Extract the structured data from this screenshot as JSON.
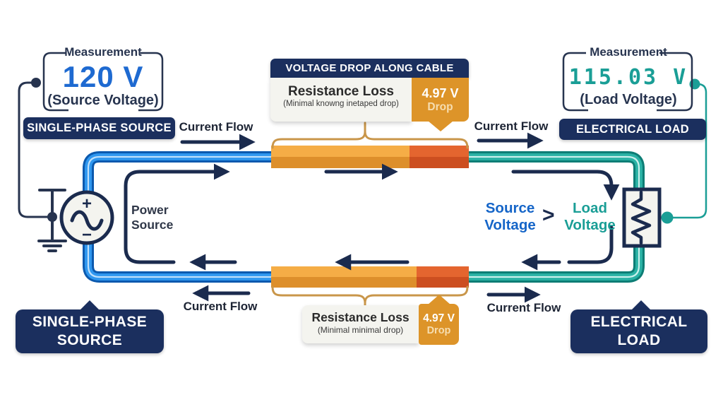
{
  "colors": {
    "navy": "#1b2f5e",
    "source_blue": "#1e6ad1",
    "blue_wire": "#2f97ef",
    "blue_wire_dark": "#0b59ae",
    "teal": "#1a9e96",
    "teal_wire": "#2ab2a5",
    "teal_wire_dark": "#0d7d75",
    "cable_orange": "#f5ad46",
    "cable_orange_dark": "#dd8f2b",
    "cable_red": "#e4652f",
    "tag_orange": "#dd9429",
    "box_bg": "#f4f4ef",
    "brace_tan": "#c9964a"
  },
  "source_panel": {
    "label": "Measurement",
    "value": "120 V",
    "caption": "(Source Voltage)",
    "badge": "SINGLE-PHASE SOURCE"
  },
  "load_panel": {
    "label": "Measurement",
    "value": "115.03 V",
    "caption": "(Load Voltage)",
    "badge": "ELECTRICAL LOAD"
  },
  "cable_header": {
    "title": "VOLTAGE DROP ALONG CABLE"
  },
  "top_loss_box": {
    "title": "Resistance Loss",
    "subtitle": "(Minimal knowng inetaped drop)",
    "drop_value": "4.97 V",
    "drop_label": "Drop"
  },
  "bottom_loss_box": {
    "title": "Resistance Loss",
    "subtitle": "(Minimal minimal drop)",
    "drop_value": "4.97 V",
    "drop_label": "Drop"
  },
  "flow_labels": {
    "top_left": "Current Flow",
    "top_right": "Current Flow",
    "bottom_left": "Current Flow",
    "bottom_right": "Current Flow"
  },
  "power_source": {
    "label_line1": "Power",
    "label_line2": "Source",
    "plus_symbol": "+",
    "minus_symbol": "−"
  },
  "comparison": {
    "source_line1": "Source",
    "source_line2": "Voltage",
    "operator": ">",
    "load_line1": "Load",
    "load_line2": "Voltage"
  },
  "bottom_badge_left": {
    "line1": "SINGLE-PHASE",
    "line2": "SOURCE"
  },
  "bottom_badge_right": {
    "line1": "ELECTRICAL",
    "line2": "LOAD"
  }
}
